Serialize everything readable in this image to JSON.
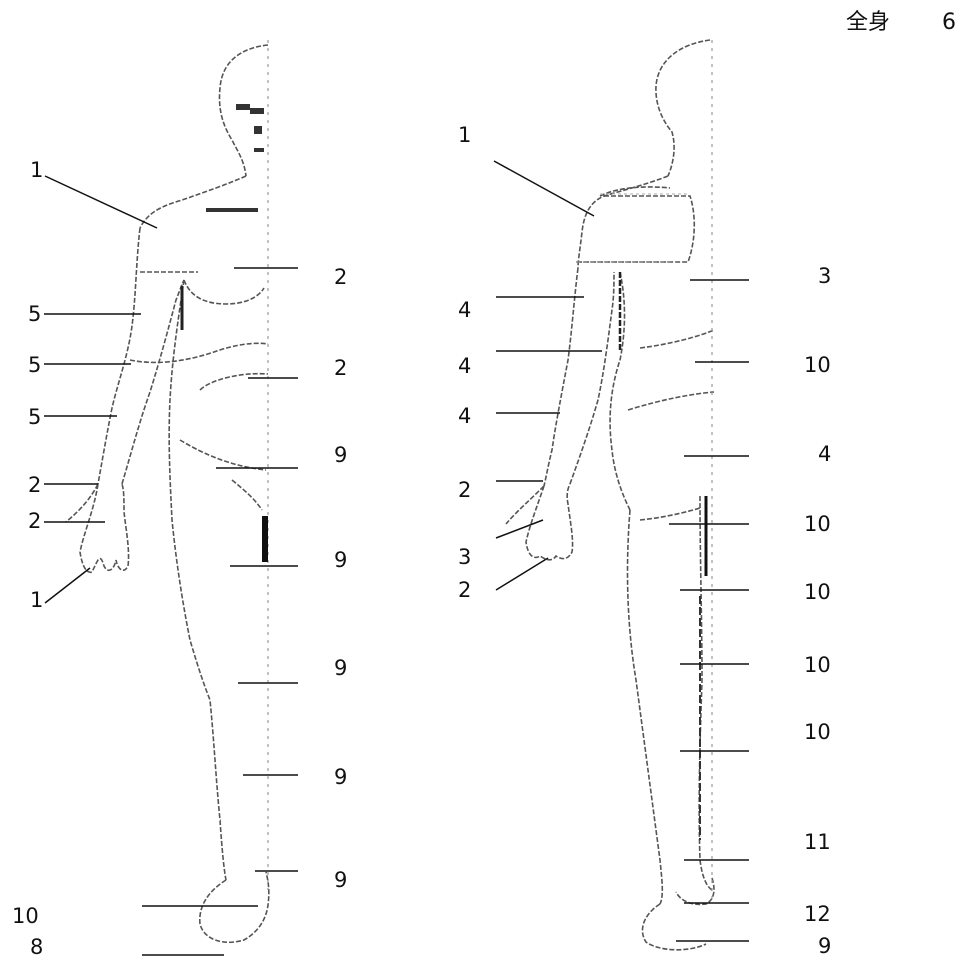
{
  "header": {
    "title": "全身",
    "page_number": "6"
  },
  "front_view": {
    "left_labels": [
      "1",
      "5",
      "5",
      "5",
      "2",
      "2",
      "1",
      "10",
      "8"
    ],
    "right_labels": [
      "2",
      "2",
      "9",
      "9",
      "9",
      "9",
      "9"
    ]
  },
  "side_view": {
    "left_labels": [
      "1",
      "4",
      "4",
      "4",
      "2",
      "3",
      "2"
    ],
    "right_labels": [
      "3",
      "10",
      "4",
      "10",
      "10",
      "10",
      "10",
      "11",
      "12",
      "9"
    ]
  }
}
